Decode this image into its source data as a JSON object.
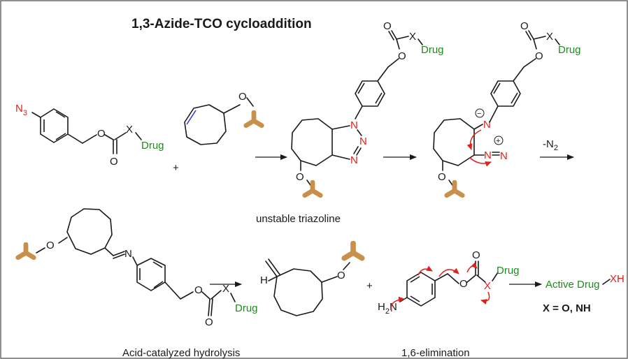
{
  "title": "1,3-Azide-TCO cycloaddition",
  "captions": {
    "triazoline": "unstable triazoline",
    "hydrolysis": "Acid-catalyzed hydrolysis",
    "elimination": "1,6-elimination"
  },
  "reagent": "-N",
  "reagent_sub": "2",
  "atoms": {
    "N": "N",
    "N3_sub": "3",
    "O": "O",
    "X": "X",
    "Drug": "Drug",
    "H": "H",
    "H2N_sub": "2",
    "plus": "+",
    "minus_sign": "−",
    "plus_sign": "+"
  },
  "product": {
    "label": "Active Drug",
    "tail": "XH"
  },
  "condition": "X = O, NH",
  "colors": {
    "red": "#e0201b",
    "green": "#1c8a1c",
    "tan": "#c8904a",
    "blue": "#3a3ad0"
  }
}
